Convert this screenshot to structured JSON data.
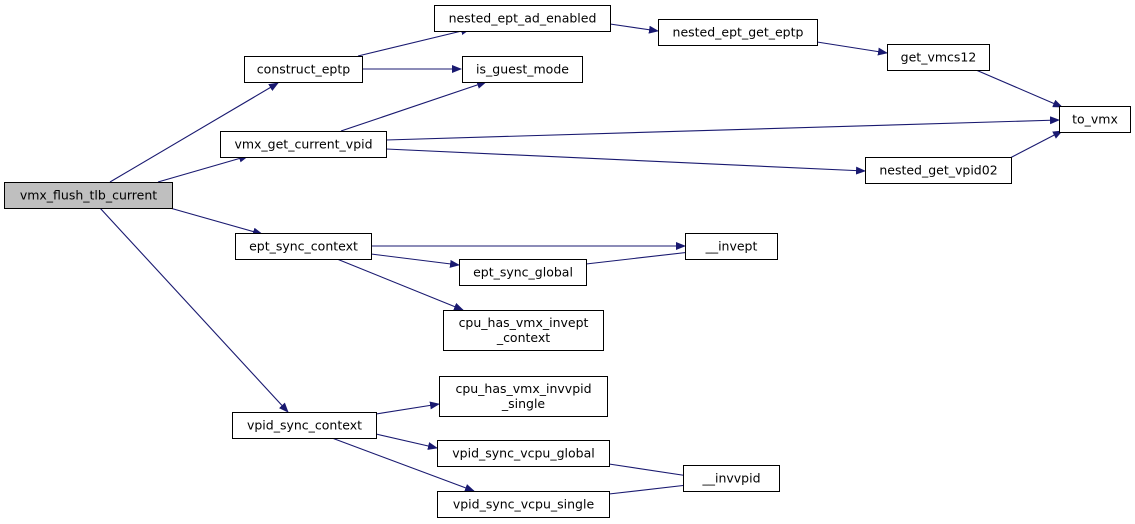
{
  "graph": {
    "type": "call-graph",
    "edge_color": "#191970",
    "root_fill": "#bfbfbf",
    "node_fill": "#ffffff",
    "nodes": {
      "vmx_flush_tlb_current": {
        "lines": [
          "vmx_flush_tlb_current"
        ],
        "root": true
      },
      "construct_eptp": {
        "lines": [
          "construct_eptp"
        ]
      },
      "vmx_get_current_vpid": {
        "lines": [
          "vmx_get_current_vpid"
        ]
      },
      "ept_sync_context": {
        "lines": [
          "ept_sync_context"
        ]
      },
      "vpid_sync_context": {
        "lines": [
          "vpid_sync_context"
        ]
      },
      "nested_ept_ad_enabled": {
        "lines": [
          "nested_ept_ad_enabled"
        ]
      },
      "is_guest_mode": {
        "lines": [
          "is_guest_mode"
        ]
      },
      "nested_ept_get_eptp": {
        "lines": [
          "nested_ept_get_eptp"
        ]
      },
      "get_vmcs12": {
        "lines": [
          "get_vmcs12"
        ]
      },
      "to_vmx": {
        "lines": [
          "to_vmx"
        ]
      },
      "nested_get_vpid02": {
        "lines": [
          "nested_get_vpid02"
        ]
      },
      "__invept": {
        "lines": [
          "__invept"
        ]
      },
      "ept_sync_global": {
        "lines": [
          "ept_sync_global"
        ]
      },
      "cpu_has_vmx_invept_context": {
        "lines": [
          "cpu_has_vmx_invept",
          "_context"
        ]
      },
      "cpu_has_vmx_invvpid_single": {
        "lines": [
          "cpu_has_vmx_invvpid",
          "_single"
        ]
      },
      "vpid_sync_vcpu_global": {
        "lines": [
          "vpid_sync_vcpu_global"
        ]
      },
      "vpid_sync_vcpu_single": {
        "lines": [
          "vpid_sync_vcpu_single"
        ]
      },
      "__invvpid": {
        "lines": [
          "__invvpid"
        ]
      }
    },
    "edges": [
      [
        "vmx_flush_tlb_current",
        "construct_eptp"
      ],
      [
        "vmx_flush_tlb_current",
        "vmx_get_current_vpid"
      ],
      [
        "vmx_flush_tlb_current",
        "ept_sync_context"
      ],
      [
        "vmx_flush_tlb_current",
        "vpid_sync_context"
      ],
      [
        "construct_eptp",
        "nested_ept_ad_enabled"
      ],
      [
        "construct_eptp",
        "is_guest_mode"
      ],
      [
        "vmx_get_current_vpid",
        "is_guest_mode"
      ],
      [
        "vmx_get_current_vpid",
        "to_vmx"
      ],
      [
        "vmx_get_current_vpid",
        "nested_get_vpid02"
      ],
      [
        "nested_ept_ad_enabled",
        "nested_ept_get_eptp"
      ],
      [
        "nested_ept_get_eptp",
        "get_vmcs12"
      ],
      [
        "get_vmcs12",
        "to_vmx"
      ],
      [
        "nested_get_vpid02",
        "to_vmx"
      ],
      [
        "ept_sync_context",
        "__invept"
      ],
      [
        "ept_sync_context",
        "ept_sync_global"
      ],
      [
        "ept_sync_context",
        "cpu_has_vmx_invept_context"
      ],
      [
        "ept_sync_global",
        "__invept"
      ],
      [
        "vpid_sync_context",
        "cpu_has_vmx_invvpid_single"
      ],
      [
        "vpid_sync_context",
        "vpid_sync_vcpu_global"
      ],
      [
        "vpid_sync_context",
        "vpid_sync_vcpu_single"
      ],
      [
        "vpid_sync_vcpu_global",
        "__invvpid"
      ],
      [
        "vpid_sync_vcpu_single",
        "__invvpid"
      ]
    ]
  }
}
